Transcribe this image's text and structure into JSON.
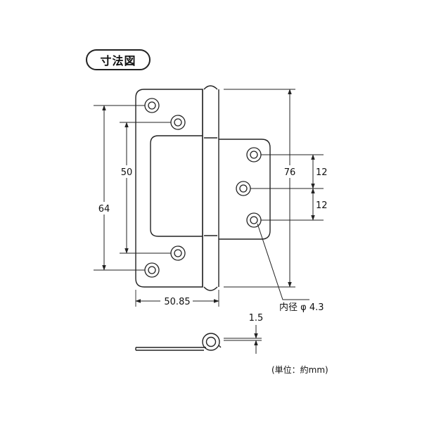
{
  "title": "寸法図",
  "dimensions": {
    "width_total": "50.85",
    "height_total": "76",
    "hole_pitch_outer": "64",
    "hole_pitch_inner": "50",
    "hole_spacing_upper": "12",
    "hole_spacing_lower": "12",
    "thickness": "1.5",
    "hole_inner_diameter": "内径 φ 4.3"
  },
  "unit_note": "(単位：約mm)",
  "colors": {
    "line": "#222222",
    "background": "#ffffff"
  }
}
